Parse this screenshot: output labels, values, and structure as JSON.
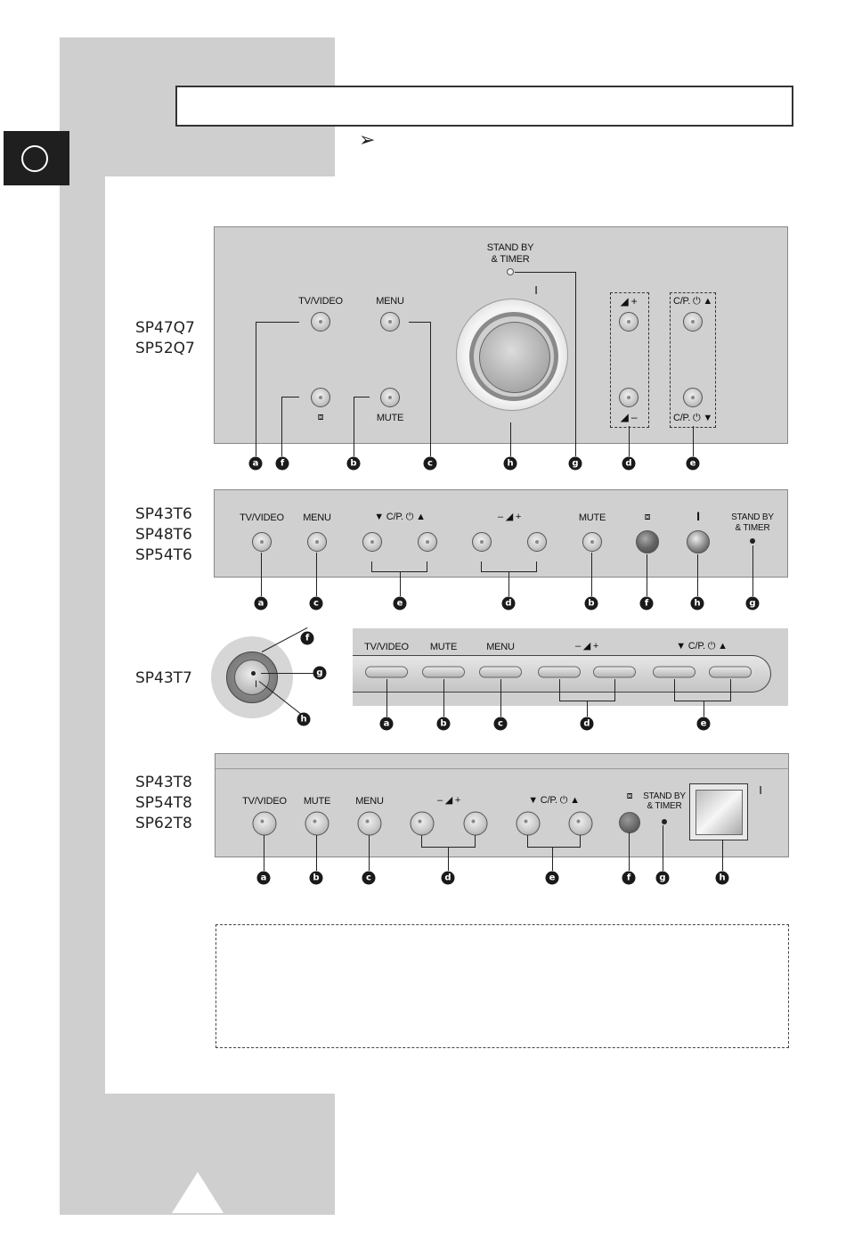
{
  "panel1": {
    "models": [
      "SP47Q7",
      "SP52Q7"
    ],
    "labels": {
      "tvvideo": "TV/VIDEO",
      "menu": "MENU",
      "mute": "MUTE",
      "pip": "⧈",
      "standby": "STAND BY",
      "timer": "& TIMER",
      "power": "I",
      "volplus": "◢ +",
      "volminus": "◢ –",
      "chup": "C/P. ⏻ ▲",
      "chdown": "C/P. ⏻ ▼"
    },
    "callouts": [
      "a",
      "f",
      "b",
      "c",
      "h",
      "g",
      "d",
      "e"
    ]
  },
  "panel2": {
    "models": [
      "SP43T6",
      "SP48T6",
      "SP54T6"
    ],
    "labels": {
      "tvvideo": "TV/VIDEO",
      "menu": "MENU",
      "ch": "▼   C/P. ⏻   ▲",
      "vol": "–    ◢    +",
      "mute": "MUTE",
      "pip": "⧈",
      "power": "I",
      "standby": "STAND BY",
      "timer": "& TIMER"
    },
    "callouts": [
      "a",
      "c",
      "e",
      "d",
      "b",
      "f",
      "h",
      "g"
    ]
  },
  "panel3": {
    "models": [
      "SP43T7"
    ],
    "labels": {
      "tvvideo": "TV/VIDEO",
      "mute": "MUTE",
      "menu": "MENU",
      "vol": "–    ◢    +",
      "ch": "▼   C/P. ⏻   ▲",
      "power": "I"
    },
    "callouts": [
      "a",
      "b",
      "c",
      "d",
      "e"
    ],
    "knob_callouts": [
      "f",
      "g",
      "h"
    ]
  },
  "panel4": {
    "models": [
      "SP43T8",
      "SP54T8",
      "SP62T8"
    ],
    "labels": {
      "tvvideo": "TV/VIDEO",
      "mute": "MUTE",
      "menu": "MENU",
      "vol": "–    ◢    +",
      "ch": "▼   C/P. ⏻   ▲",
      "pip": "⧈",
      "standby": "STAND BY",
      "timer": "& TIMER",
      "power": "I"
    },
    "callouts": [
      "a",
      "b",
      "c",
      "d",
      "e",
      "f",
      "g",
      "h"
    ]
  },
  "icons": {
    "pointer": "➢"
  }
}
